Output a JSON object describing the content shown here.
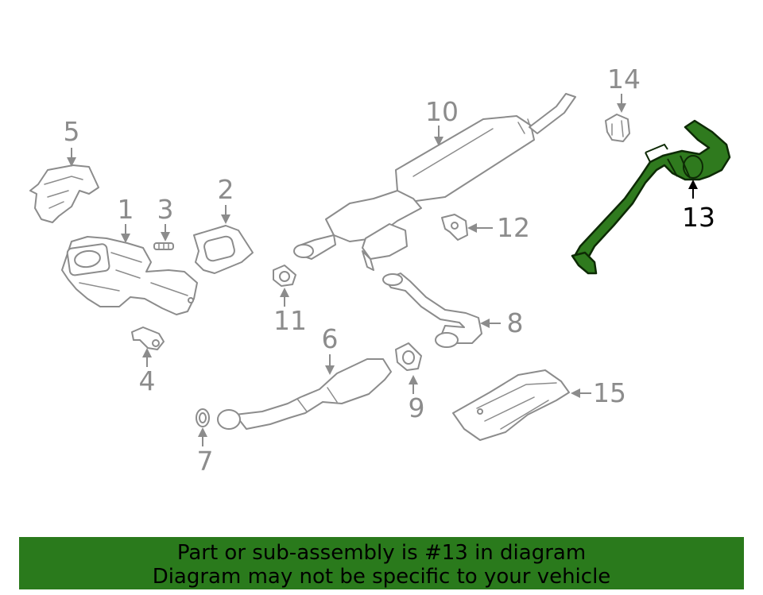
{
  "diagram": {
    "highlight_color": "#2f7a1e",
    "callouts": {
      "c1": "1",
      "c2": "2",
      "c3": "3",
      "c4": "4",
      "c5": "5",
      "c6": "6",
      "c7": "7",
      "c8": "8",
      "c9": "9",
      "c10": "10",
      "c11": "11",
      "c12": "12",
      "c13": "13",
      "c14": "14",
      "c15": "15"
    },
    "highlighted_part": "13"
  },
  "banner": {
    "line1": "Part or sub-assembly is #13 in diagram",
    "line2": "Diagram may not be specific to your vehicle",
    "color": "#2a7a1c"
  }
}
